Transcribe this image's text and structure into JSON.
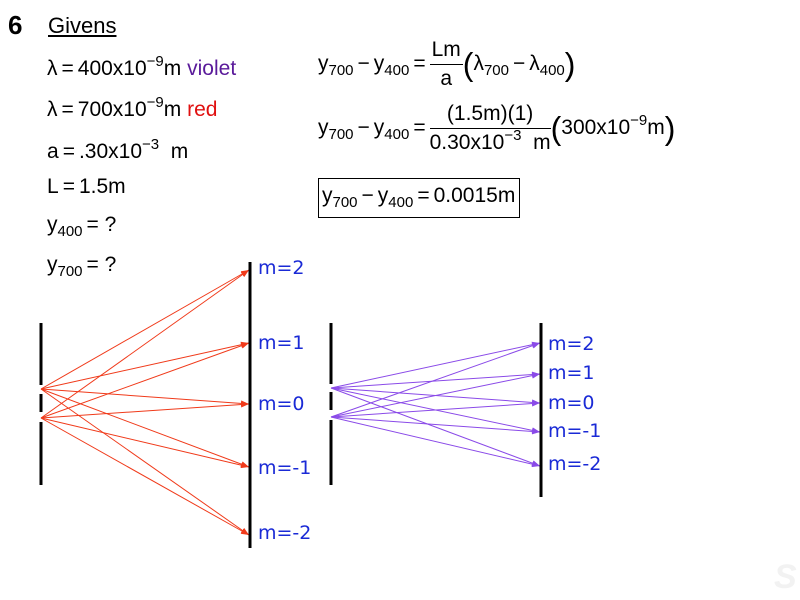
{
  "problem_number": "6",
  "givens": {
    "heading": "Givens",
    "lambda_violet": {
      "symbol": "λ",
      "eq": "=",
      "value": "400x10",
      "exp": "−9",
      "unit": "m",
      "color_label": "violet"
    },
    "lambda_red": {
      "symbol": "λ",
      "eq": "=",
      "value": "700x10",
      "exp": "−9",
      "unit": "m",
      "color_label": "red"
    },
    "slit": {
      "symbol": "a",
      "eq": "=",
      "value": ".30x10",
      "exp": "−3",
      "unit": "m"
    },
    "length": {
      "symbol": "L",
      "eq": "=",
      "value": "1.5m"
    },
    "y400": {
      "symbol": "y",
      "sub": "400",
      "eq": "= ?"
    },
    "y700": {
      "symbol": "y",
      "sub": "700",
      "eq": "= ?"
    }
  },
  "equations": {
    "line1": {
      "y": "y",
      "s700": "700",
      "minus": "−",
      "s400": "400",
      "eq": "=",
      "num": "Lm",
      "den": "a",
      "l": "λ",
      "ls700": "700",
      "ls400": "400"
    },
    "line2": {
      "num": "(1.5m)(1)",
      "den_val": "0.30x10",
      "den_exp": "−3",
      "den_unit": "m",
      "factor": "300x10",
      "factor_exp": "−9",
      "factor_unit": "m"
    },
    "result": {
      "value": "0.0015m"
    }
  },
  "red_diagram": {
    "labels": [
      "m=2",
      "m=1",
      "m=0",
      "m=-1",
      "m=-2"
    ]
  },
  "violet_diagram": {
    "labels": [
      "m=2",
      "m=1",
      "m=0",
      "m=-1",
      "m=-2"
    ]
  },
  "colors": {
    "violet_text": "#5a1a9a",
    "red_text": "#e01010",
    "red_ray": "#f03a1a",
    "violet_ray": "#8a4ae8",
    "order_label": "#1a2ad6"
  }
}
